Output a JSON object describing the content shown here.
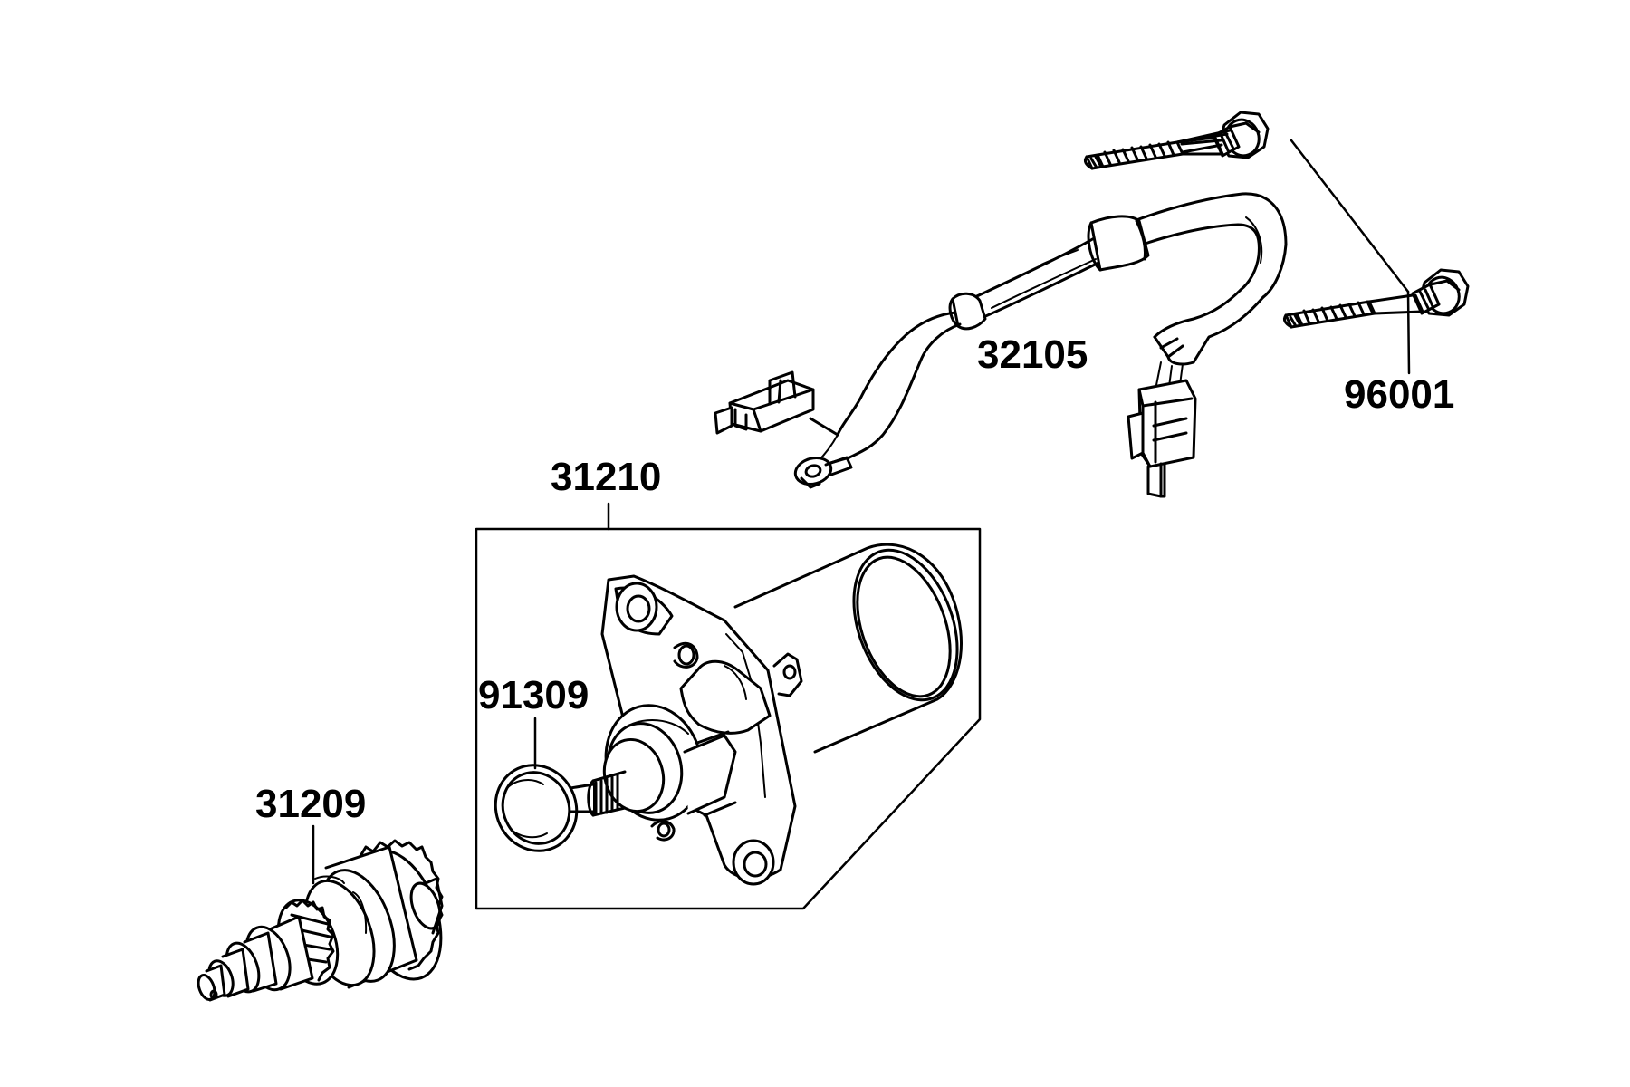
{
  "diagram": {
    "line_color": "#000000",
    "background": "#ffffff",
    "parts": [
      {
        "id": "p96001",
        "number": "96001",
        "icon": "flange-bolt-icon"
      },
      {
        "id": "p32105",
        "number": "32105",
        "icon": "wire-harness-icon"
      },
      {
        "id": "p31210",
        "number": "31210",
        "icon": "starter-motor-icon"
      },
      {
        "id": "p91309",
        "number": "91309",
        "icon": "o-ring-icon"
      },
      {
        "id": "p31209",
        "number": "31209",
        "icon": "starter-clutch-gear-icon"
      }
    ]
  }
}
